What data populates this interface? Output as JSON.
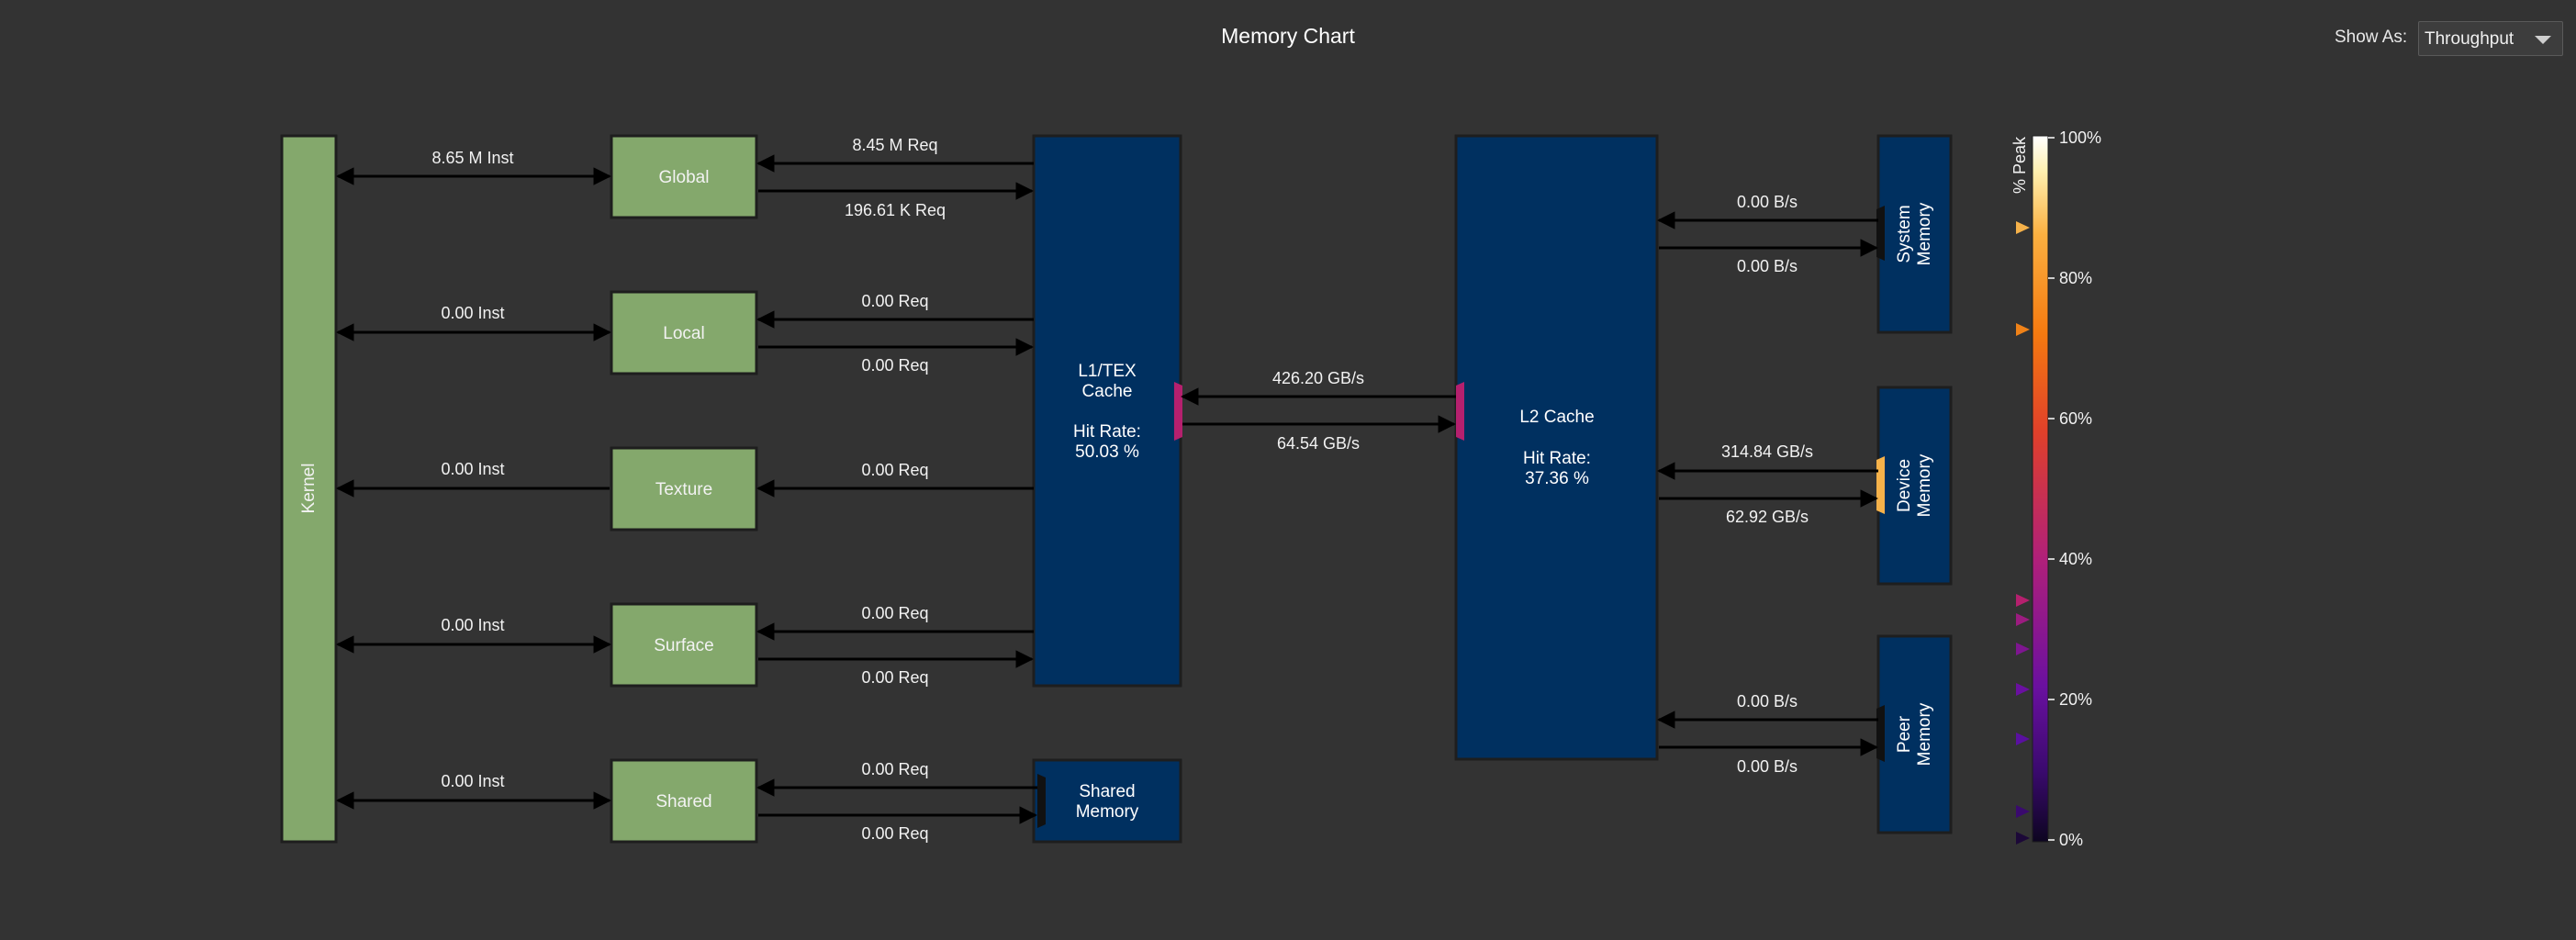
{
  "title": "Memory Chart",
  "show_as": {
    "label": "Show As:",
    "value": "Throughput"
  },
  "units": {
    "kernel": "Kernel",
    "global": "Global",
    "local": "Local",
    "texture": "Texture",
    "surface": "Surface",
    "shared": "Shared",
    "l1_line1": "L1/TEX",
    "l1_line2": "Cache",
    "l1_hit_label": "Hit Rate:",
    "l1_hit_value": "50.03 %",
    "shared_mem_line1": "Shared",
    "shared_mem_line2": "Memory",
    "l2_name": "L2 Cache",
    "l2_hit_label": "Hit Rate:",
    "l2_hit_value": "37.36 %",
    "system_line1": "System",
    "system_line2": "Memory",
    "device_line1": "Device",
    "device_line2": "Memory",
    "peer_line1": "Peer",
    "peer_line2": "Memory"
  },
  "links": {
    "kernel_global": "8.65 M Inst",
    "kernel_local": "0.00 Inst",
    "kernel_texture": "0.00 Inst",
    "kernel_surface": "0.00 Inst",
    "kernel_shared": "0.00 Inst",
    "global_l1_in": "8.45 M Req",
    "global_l1_out": "196.61 K Req",
    "local_l1_in": "0.00 Req",
    "local_l1_out": "0.00 Req",
    "texture_l1_in": "0.00 Req",
    "surface_l1_in": "0.00 Req",
    "surface_l1_out": "0.00 Req",
    "shared_in": "0.00 Req",
    "shared_out": "0.00 Req",
    "l1_l2_in": "426.20 GB/s",
    "l1_l2_out": "64.54 GB/s",
    "system_in": "0.00 B/s",
    "system_out": "0.00 B/s",
    "device_in": "314.84 GB/s",
    "device_out": "62.92 GB/s",
    "peer_in": "0.00 B/s",
    "peer_out": "0.00 B/s"
  },
  "scale": {
    "axis_label": "% Peak",
    "ticks": [
      "100%",
      "80%",
      "60%",
      "40%",
      "20%",
      "0%"
    ]
  },
  "colors": {
    "background": "#333333",
    "unit_green": "#84a86c",
    "unit_blue": "#003060",
    "l1_l2_port": "#b5206e",
    "device_port": "#f6b24a"
  }
}
